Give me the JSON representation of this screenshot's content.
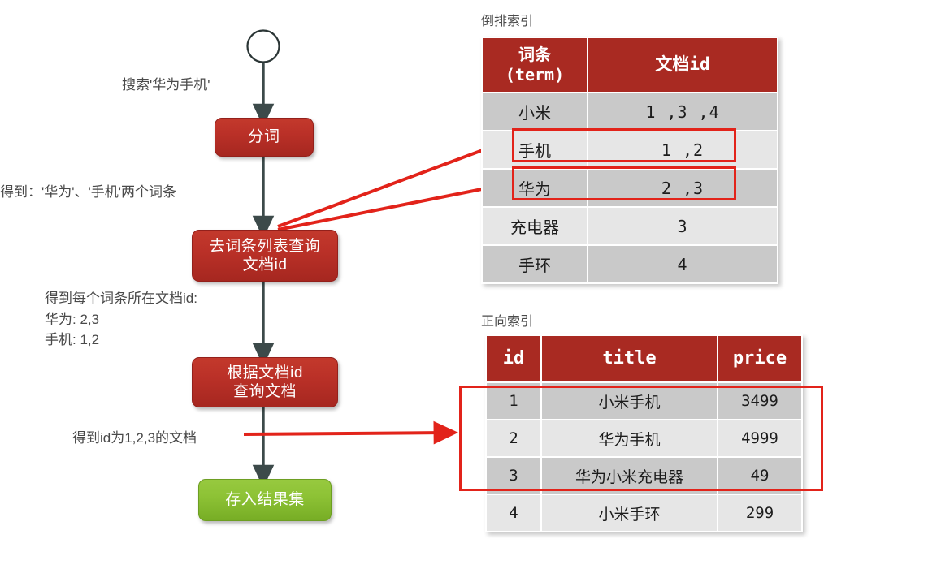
{
  "flow": {
    "start_node": "start-circle",
    "labels": [
      {
        "id": "label-search",
        "text": "搜索'华为手机'"
      },
      {
        "id": "label-terms",
        "text": "得到：'华为'、'手机'两个词条"
      },
      {
        "id": "label-docids",
        "text": "得到每个词条所在文档id:\n华为: 2,3\n手机: 1,2"
      },
      {
        "id": "label-docs",
        "text": "得到id为1,2,3的文档"
      }
    ],
    "nodes": [
      {
        "id": "node-tokenize",
        "text": "分词",
        "color": "#bb3128"
      },
      {
        "id": "node-query-terms",
        "text": "去词条列表查询\n文档id",
        "color": "#bb3128"
      },
      {
        "id": "node-query-docs",
        "text": "根据文档id\n查询文档",
        "color": "#bb3128"
      },
      {
        "id": "node-result-set",
        "text": "存入结果集",
        "color": "#8dc235"
      }
    ]
  },
  "inverted_index": {
    "title": "倒排索引",
    "header_color": "#a92a22",
    "columns": [
      {
        "line1": "词条",
        "line2": "(term)"
      },
      {
        "line1": "文档id",
        "line2": ""
      }
    ],
    "rows": [
      {
        "term": "小米",
        "doc_ids": "1 ,3 ,4",
        "highlight": false
      },
      {
        "term": "手机",
        "doc_ids": "1 ,2",
        "highlight": true
      },
      {
        "term": "华为",
        "doc_ids": "2 ,3",
        "highlight": true
      },
      {
        "term": "充电器",
        "doc_ids": "3",
        "highlight": false
      },
      {
        "term": "手环",
        "doc_ids": "4",
        "highlight": false
      }
    ]
  },
  "forward_index": {
    "title": "正向索引",
    "header_color": "#a92a22",
    "columns": [
      "id",
      "title",
      "price"
    ],
    "rows": [
      {
        "id": "1",
        "title": "小米手机",
        "price": "3499",
        "highlight": true
      },
      {
        "id": "2",
        "title": "华为手机",
        "price": "4999",
        "highlight": true
      },
      {
        "id": "3",
        "title": "华为小米充电器",
        "price": "49",
        "highlight": true
      },
      {
        "id": "4",
        "title": "小米手环",
        "price": "299",
        "highlight": false
      }
    ]
  },
  "annotations": {
    "arrow_color": "#e2231a",
    "flow_arrow_color": "#3c4a4a",
    "arrows": [
      {
        "id": "arrow-to-term-shouji",
        "from": "node-query-terms",
        "to": "inverted-row-手机"
      },
      {
        "id": "arrow-to-term-huawei",
        "from": "node-query-terms",
        "to": "inverted-row-华为"
      },
      {
        "id": "arrow-to-forward-index",
        "from": "label-docs",
        "to": "forward-index-highlight"
      }
    ]
  }
}
